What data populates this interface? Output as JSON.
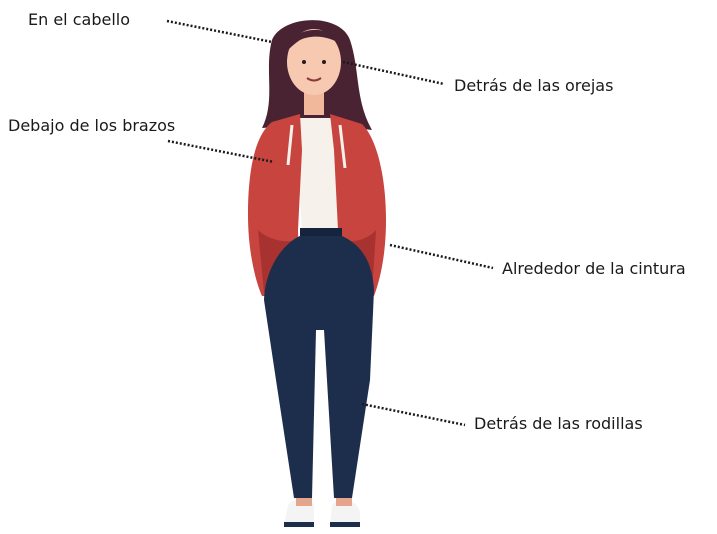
{
  "labels": {
    "hair": "En el cabello",
    "ears": "Detrás de las orejas",
    "arms": "Debajo de los brazos",
    "waist": "Alrededor de la cintura",
    "knees": "Detrás de las rodillas"
  },
  "colors": {
    "hair": "#4a2333",
    "skin": "#f6c9b0",
    "jacket": "#c7443f",
    "jacket_shadow": "#a8322f",
    "shirt": "#f7f1ec",
    "pants": "#1d2e4c",
    "shoe": "#f4f4f4",
    "leader_line": "#1a1a1a",
    "text": "#1a1a1a"
  }
}
